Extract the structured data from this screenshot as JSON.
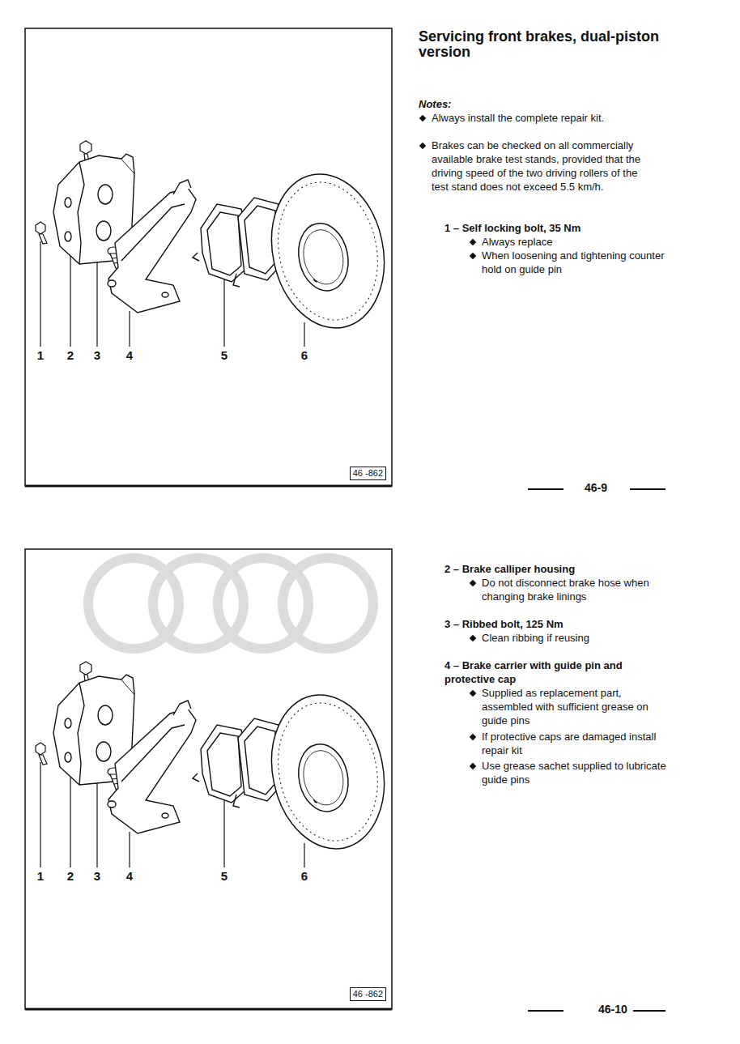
{
  "diagram": {
    "title": "Servicing front brakes, dual-piston version",
    "nodes": [
      {
        "text": [
          "46 -862"
        ]
      },
      {
        "text": [
          "46 -862"
        ]
      }
    ],
    "labels": [
      "Notes:",
      "Always install the complete repair kit.",
      "Brakes can be checked on all commercially available brake test stands, provided that the driving speed of the two driving rollers of the test stand does not exceed 5.5 km/h.",
      "1 – Self locking bolt, 35 Nm",
      "Always replace",
      "When loosening and tightening counter hold on guide pin",
      "46-9",
      "2 – Brake calliper housing",
      "Do not disconnect brake hose when changing brake linings",
      "3 – Ribbed bolt, 125 Nm",
      "Clean ribbing if reusing",
      "4 – Brake carrier with guide pin and protective cap",
      "Supplied as replacement part, assembled with sufficient grease on guide pins",
      "If protective caps are damaged install repair kit",
      "Use grease sachet supplied to lubricate guide pins",
      "46-10",
      "1",
      "2",
      "3",
      "4",
      "5",
      "6",
      "1",
      "2",
      "3",
      "4",
      "5",
      "6"
    ]
  }
}
